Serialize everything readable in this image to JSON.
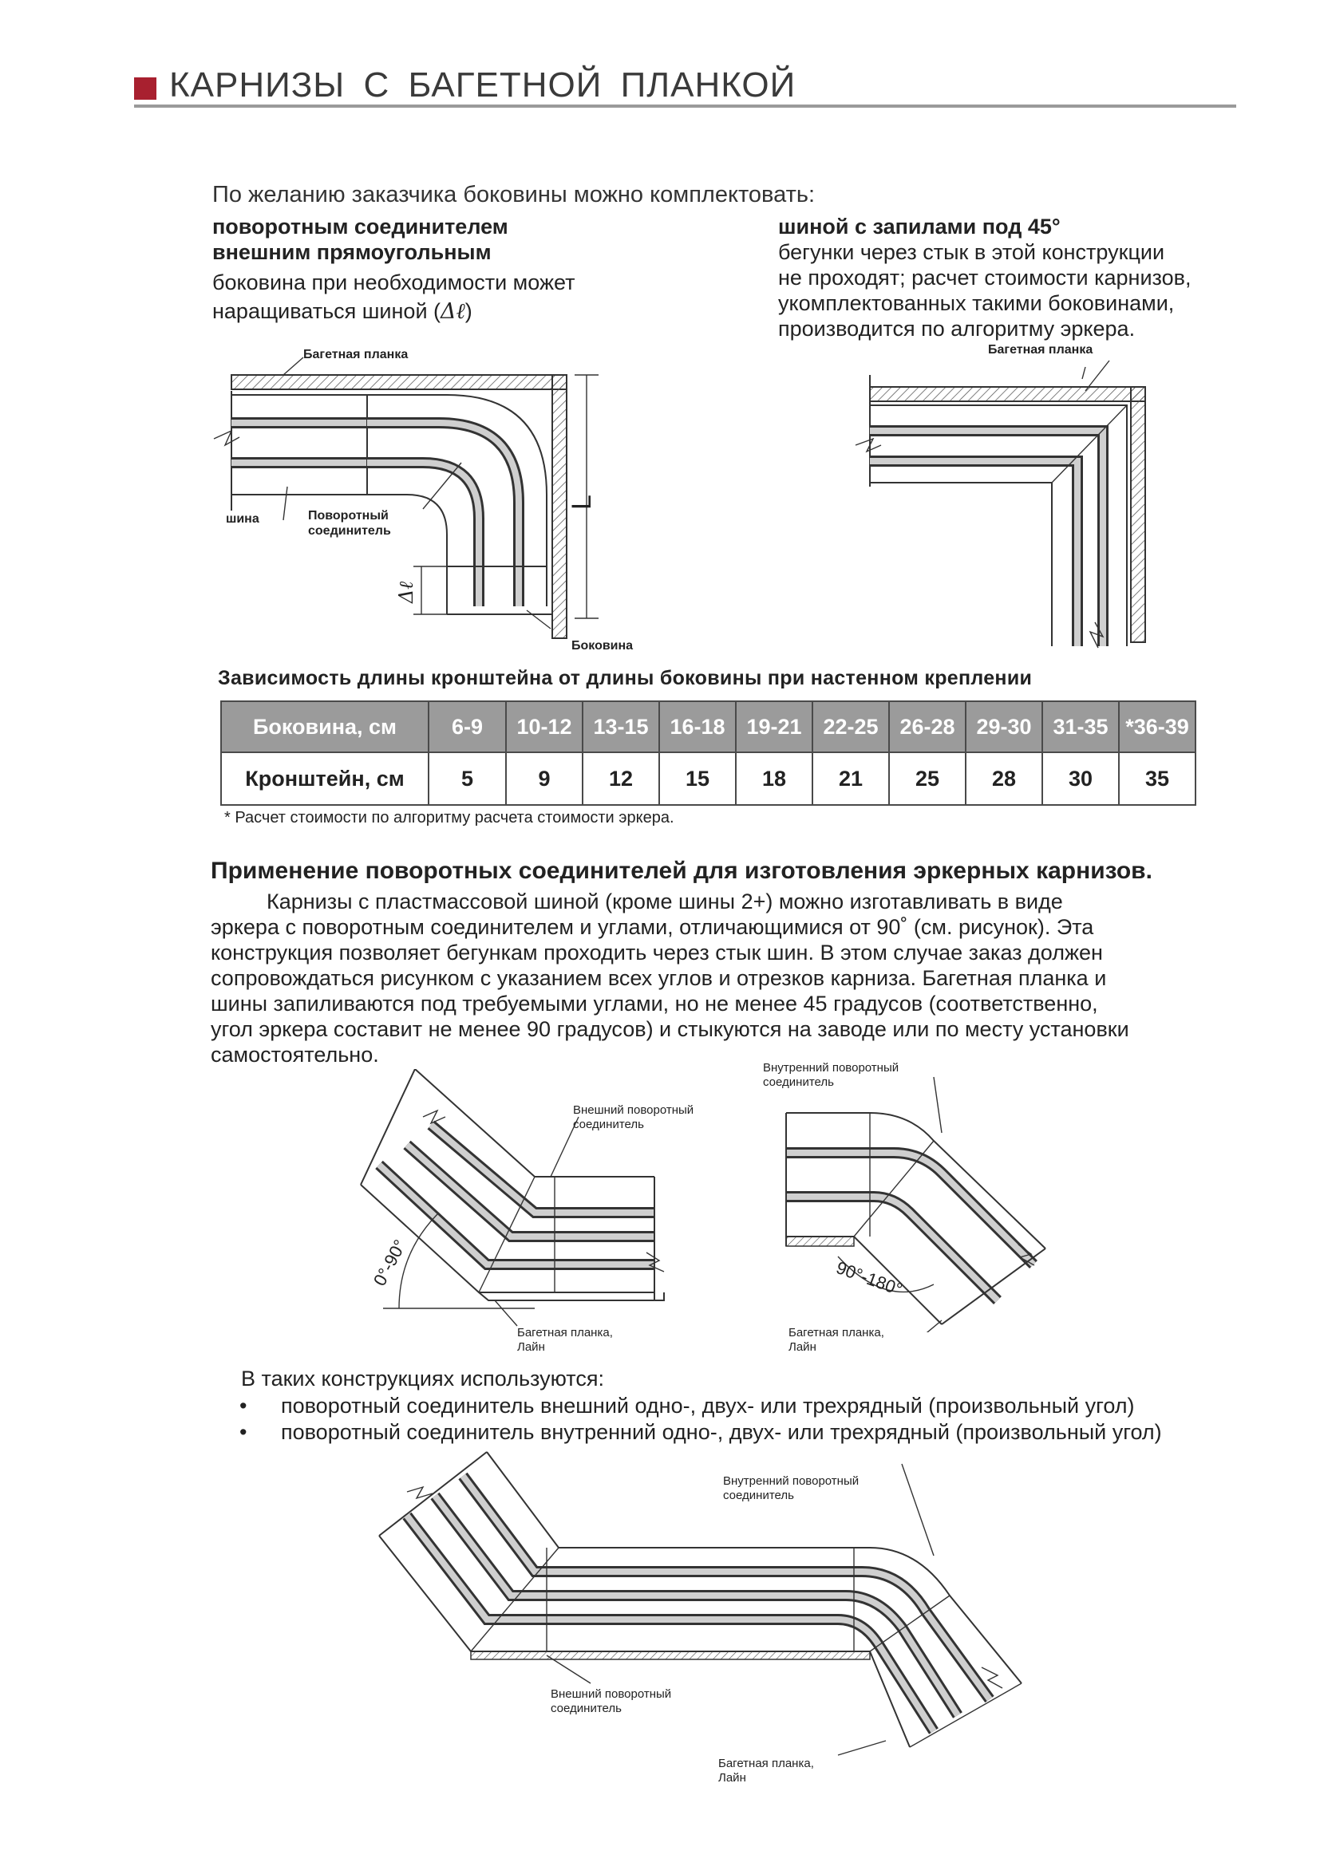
{
  "header": {
    "title": "КАРНИЗЫ С БАГЕТНОЙ ПЛАНКОЙ"
  },
  "intro": {
    "heading": "По желанию заказчика боковины можно комплектовать:",
    "left": {
      "bold1": "поворотным соединителем",
      "bold2": "внешним прямоугольным",
      "line1": "боковина при необходимости может",
      "line2": "наращиваться шиной (",
      "symbol": "Δℓ",
      "close": ")"
    },
    "right": {
      "bold1": "шиной с запилами под 45°",
      "line1": "бегунки через стык в этой конструкции",
      "line2": "не проходят; расчет стоимости карнизов,",
      "line3": "укомплектованных такими боковинами,",
      "line4": "производится по алгоритму эркера."
    }
  },
  "fig1": {
    "label_baget": "Багетная планка",
    "label_shina": "шина",
    "label_conn1": "Поворотный",
    "label_conn2": "соединитель",
    "label_bokovina": "Боковина",
    "label_L": "L",
    "label_dl": "Δℓ"
  },
  "fig2": {
    "label_baget": "Багетная планка"
  },
  "table": {
    "caption": "Зависимость длины кронштейна от длины боковины при настенном креплении",
    "row1_label": "Боковина, см",
    "row2_label": "Кронштейн, см",
    "bokovina": [
      "6-9",
      "10-12",
      "13-15",
      "16-18",
      "19-21",
      "22-25",
      "26-28",
      "29-30",
      "31-35",
      "*36-39"
    ],
    "kronshtein": [
      "5",
      "9",
      "12",
      "15",
      "18",
      "21",
      "25",
      "28",
      "30",
      "35"
    ],
    "footnote": "* Расчет стоимости по алгоритму расчета стоимости эркера."
  },
  "section2": {
    "heading": "Применение поворотных соединителей для изготовления эркерных карнизов.",
    "p1": "Карнизы с пластмассовой шиной (кроме шины 2+) можно изготавливать в виде",
    "p2": "эркера с поворотным соединителем и углами, отличающимися от 90˚ (см. рисунок). Эта",
    "p3": "конструкция позволяет бегункам проходить через стык шин. В этом случае заказ должен",
    "p4": "сопровождаться рисунком с указанием всех углов и отрезков карниза. Багетная планка и",
    "p5": "шины запиливаются под требуемыми углами, но не менее 45 градусов (соответственно,",
    "p6": "угол эркера составит не менее 90 градусов) и стыкуются на заводе или по месту установки",
    "p7": "самостоятельно."
  },
  "fig3": {
    "label_conn1": "Внешний поворотный",
    "label_conn2": "соединитель",
    "label_angle": "0°-90°",
    "label_baget1": "Багетная планка,",
    "label_baget2": "Лайн"
  },
  "fig4": {
    "label_conn1": "Внутренний поворотный",
    "label_conn2": "соединитель",
    "label_angle": "90°-180°",
    "label_baget1": "Багетная планка,",
    "label_baget2": "Лайн"
  },
  "list": {
    "intro": "В таких конструкциях используются:",
    "items": [
      "поворотный соединитель внешний одно-, двух- или трехрядный (произвольный угол)",
      "поворотный соединитель внутренний одно-, двух- или трехрядный  (произвольный угол)"
    ]
  },
  "fig5": {
    "label_in1": "Внутренний поворотный",
    "label_in2": "соединитель",
    "label_out1": "Внешний поворотный",
    "label_out2": "соединитель",
    "label_baget1": "Багетная планка,",
    "label_baget2": "Лайн"
  }
}
